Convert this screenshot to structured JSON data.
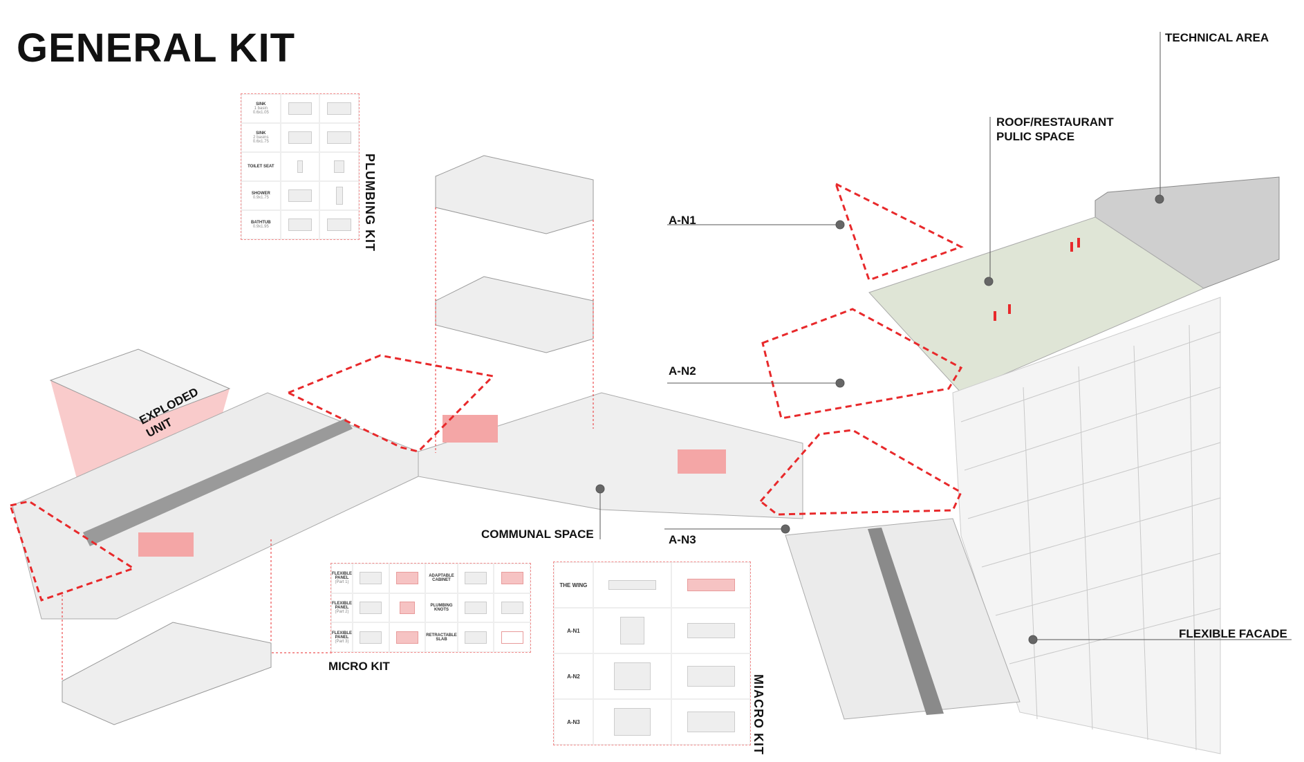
{
  "title": "GENERAL KIT",
  "labels": {
    "technical_area": "TECHNICAL AREA",
    "roof_line1": "ROOF/RESTAURANT",
    "roof_line2": "PULIC SPACE",
    "a_n1": "A-N1",
    "a_n2": "A-N2",
    "a_n3": "A-N3",
    "communal_space": "COMMUNAL SPACE",
    "flexible_facade": "FLEXIBLE FACADE",
    "exploded_line1": "EXPLODED",
    "exploded_line2": "UNIT",
    "plumbing_kit": "PLUMBING KIT",
    "micro_kit": "MICRO KIT",
    "miacro_kit": "MIACRO KIT"
  },
  "plumbing_kit": [
    {
      "name": "SINK",
      "detail": "1 basin",
      "size": "0.6x1.05"
    },
    {
      "name": "SINK",
      "detail": "2 basins",
      "size": "0.6x1.75"
    },
    {
      "name": "TOILET SEAT",
      "detail": "",
      "size": ""
    },
    {
      "name": "SHOWER",
      "detail": "",
      "size": "0.9x1.75"
    },
    {
      "name": "BATHTUB",
      "detail": "",
      "size": "0.9x1.95"
    }
  ],
  "micro_kit": [
    {
      "left": "FLEXIBLE PANEL",
      "left_note": "(Part 1)",
      "right": "ADAPTABLE CABINET"
    },
    {
      "left": "FLEXIBLE PANEL",
      "left_note": "(Part 2)",
      "right": "PLUMBING KNOTS"
    },
    {
      "left": "FLEXIBLE PANEL",
      "left_note": "(Part 3)",
      "right": "RETRACTABLE SLAB"
    }
  ],
  "miacro_kit": [
    "THE WING",
    "A-N1",
    "A-N2",
    "A-N3"
  ],
  "colors": {
    "accent": "#e8292b",
    "pink": "#f4a6a6",
    "roof": "#dfe5d6",
    "grey": "#e6e6e6"
  }
}
